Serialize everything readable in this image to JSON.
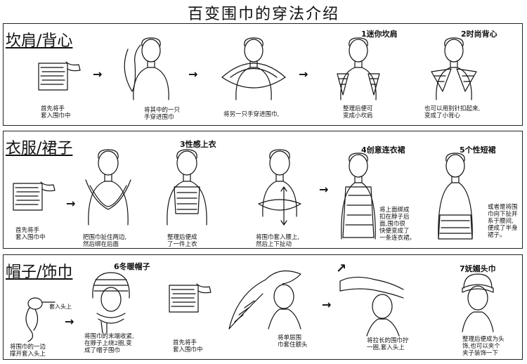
{
  "title": "百变围巾的穿法介绍",
  "sections": [
    {
      "name": "坎肩/背心",
      "steps": [
        {
          "caption": "首先将手\n套入围巾中"
        },
        {
          "caption": "将其中的一只\n手穿进围巾"
        },
        {
          "caption": "将另一只手穿进围巾,"
        },
        {
          "label": "1迷你坎肩",
          "caption": "整理后便可\n变成小坎肩"
        },
        {
          "label": "2时尚背心",
          "caption": "也可以用别针扣起来,\n变成了小背心"
        }
      ]
    },
    {
      "name": "衣服/裙子",
      "steps": [
        {
          "caption": "首先将手\n套入围巾中"
        },
        {
          "caption": "把围巾扯住两边,\n然后绑在后面"
        },
        {
          "label": "3性感上衣",
          "caption": "整理后便成\n了一件上衣"
        },
        {
          "caption": "将围巾套入腰上,\n然后上下扯动"
        },
        {
          "label": "4创意连衣裙",
          "caption": "将上面绑成\n扣在脖子后\n面,围巾很\n快便变成了\n一条连衣裙。"
        },
        {
          "label": "5个性短裙",
          "caption": "或者是将围\n巾向下扯并\n系于腰间,\n便成了半身\n裙子。"
        }
      ]
    },
    {
      "name": "帽子/饰巾",
      "steps": [
        {
          "caption": "将围巾的一边\n撑开套入头上",
          "sub": "套入头上"
        },
        {
          "label": "6冬暖帽子",
          "caption": "将围巾的末端收紧,\n在脖子上绕2圈,变\n成了帽子围巾"
        },
        {
          "caption": "首先将手\n套入围巾中"
        },
        {
          "caption": "将单层围\n巾套住额头"
        },
        {
          "caption": "将拉长的围巾拧\n一圈,套入头上"
        },
        {
          "label": "7妩媚头巾",
          "caption": "整理后便成为头\n饰,也可以夹个\n夹子装饰一下"
        }
      ]
    }
  ]
}
